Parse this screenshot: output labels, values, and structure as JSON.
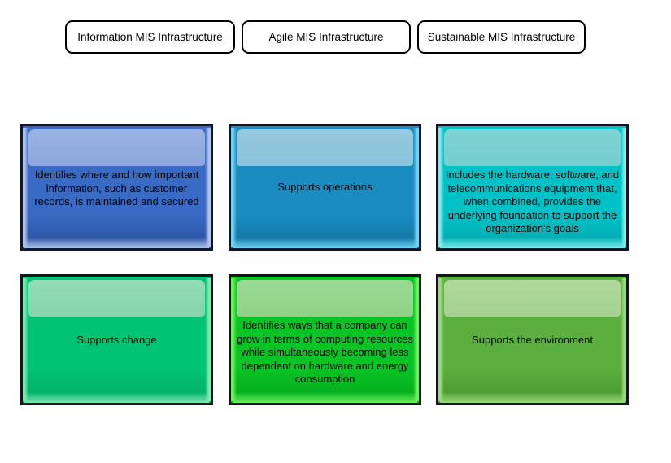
{
  "headers": [
    {
      "label": "Information MIS Infrastructure"
    },
    {
      "label": "Agile MIS Infrastructure"
    },
    {
      "label": "Sustainable MIS Infrastructure"
    }
  ],
  "tiles": [
    {
      "text": "Identifies where and how important information, such as customer records, is maintained and secured",
      "align": "top",
      "colors": {
        "body": "#3A6BC4",
        "body_dark": "#2E57A8",
        "gloss": "#9BB3E2",
        "gloss_bottom": "#8CA7DD",
        "edge": "#AEC4EC",
        "border": "#151528"
      }
    },
    {
      "text": "Supports operations",
      "align": "center",
      "colors": {
        "body": "#1A8CC0",
        "body_dark": "#1379A8",
        "gloss": "#97C9E0",
        "gloss_bottom": "#8BC2DC",
        "edge": "#6FD2F2",
        "border": "#131322"
      }
    },
    {
      "text": "Includes the hardware, software, and telecommunications equipment that, when combined, provides the underlying foundation to support the organization's goals",
      "align": "top",
      "colors": {
        "body": "#00C2C6",
        "body_dark": "#03B0B4",
        "gloss": "#82D4D4",
        "gloss_bottom": "#74CDCF",
        "edge": "#7CECEC",
        "border": "#121220"
      }
    },
    {
      "text": "Supports change",
      "align": "center",
      "colors": {
        "body": "#00C473",
        "body_dark": "#02B268",
        "gloss": "#94DCB6",
        "gloss_bottom": "#86D5AB",
        "edge": "#7BE9B4",
        "border": "#141422"
      }
    },
    {
      "text": "Identifies ways that a company can grow in terms of computing resources while simultaneously becoming less dependent on hardware and energy consumption",
      "align": "top",
      "colors": {
        "body": "#08C425",
        "body_dark": "#06B01F",
        "gloss": "#9CD994",
        "gloss_bottom": "#8FD287",
        "edge": "#6CEF5C",
        "border": "#121220"
      }
    },
    {
      "text": "Supports the environment",
      "align": "center",
      "colors": {
        "body": "#5BAF3E",
        "body_dark": "#4E9D35",
        "gloss": "#AFD99B",
        "gloss_bottom": "#A4D290",
        "edge": "#9BDC7C",
        "border": "#131321"
      }
    }
  ],
  "theme": {
    "page_background": "#FFFFFF",
    "header_border": "#000000",
    "text_color": "#000000"
  }
}
